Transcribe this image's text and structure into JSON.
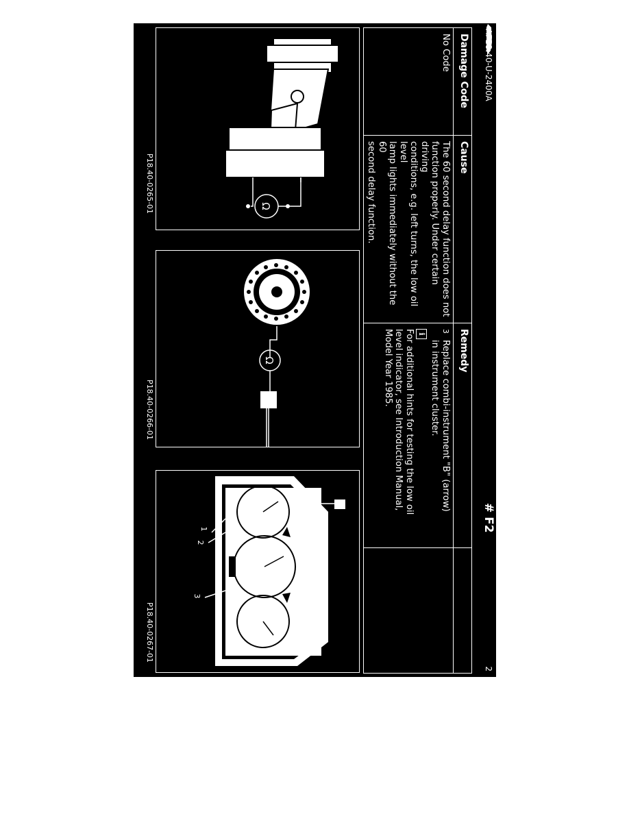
{
  "header": {
    "doc_code": "AF18.40-U-2400A",
    "section_id": "# F2",
    "page_number": "2"
  },
  "table": {
    "col_damage_code": "Damage Code",
    "col_cause": "Cause",
    "col_remedy": "Remedy",
    "damage_code_value": "No Code",
    "cause_text": "The 60 second delay function does not\nfunction properly. Under certain driving\nconditions, e.g. left turns, the low oil level\nlamp lights immediately without the 60\nsecond delay function.",
    "remedy_step_number": "3",
    "remedy_step_text": "Replace combi-instrument \"B\" (arrow)\nin instrument cluster.",
    "remedy_info_icon": "info-icon",
    "remedy_hint_text": "For additional hints for testing the low oil\nlevel indicator, see Introduction Manual,\nModel Year 1985."
  },
  "figures": {
    "fig1_id": "P18.40-0265-01",
    "fig2_id": "P18.40-0266-01",
    "fig3_id": "P18.40-0267-01",
    "ohm_symbol": "Ω",
    "callout_1": "1",
    "callout_2": "2",
    "callout_3": "3"
  },
  "colors": {
    "background": "#000000",
    "ink": "#ffffff"
  }
}
